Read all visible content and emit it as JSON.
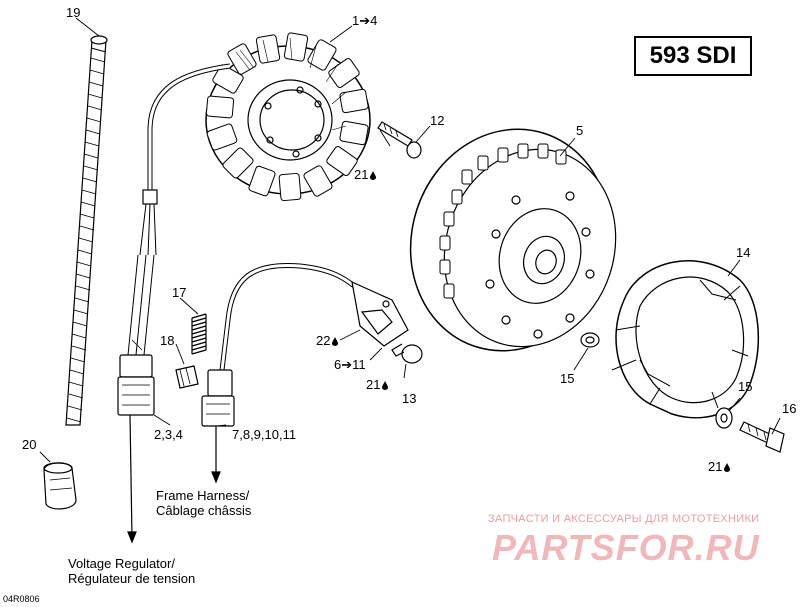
{
  "model_badge": "593 SDI",
  "diagram_ref": "04R0806",
  "callouts": {
    "c19": "19",
    "c1_4": "1➔4",
    "c12": "12",
    "c21a": "21",
    "c5": "5",
    "c14": "14",
    "c17": "17",
    "c18": "18",
    "c22": "22",
    "c6_11": "6➔11",
    "c21b": "21",
    "c13": "13",
    "c15a": "15",
    "c15b": "15",
    "c16": "16",
    "c21c": "21",
    "c20": "20",
    "c2_4": "2,3,4",
    "c7_11": "7,8,9,10,11"
  },
  "destinations": {
    "frame_harness_en": "Frame Harness/",
    "frame_harness_fr": "Câblage châssis",
    "voltage_regulator_en": "Voltage Regulator/",
    "voltage_regulator_fr": "Régulateur de tension"
  },
  "watermark": {
    "line1": "ЗАПЧАСТИ И АКСЕССУАРЫ ДЛЯ МОТОТЕХНИКИ",
    "line2": "PARTSFOR.RU"
  },
  "colors": {
    "line": "#000000",
    "watermark": "#f0b8b8"
  }
}
